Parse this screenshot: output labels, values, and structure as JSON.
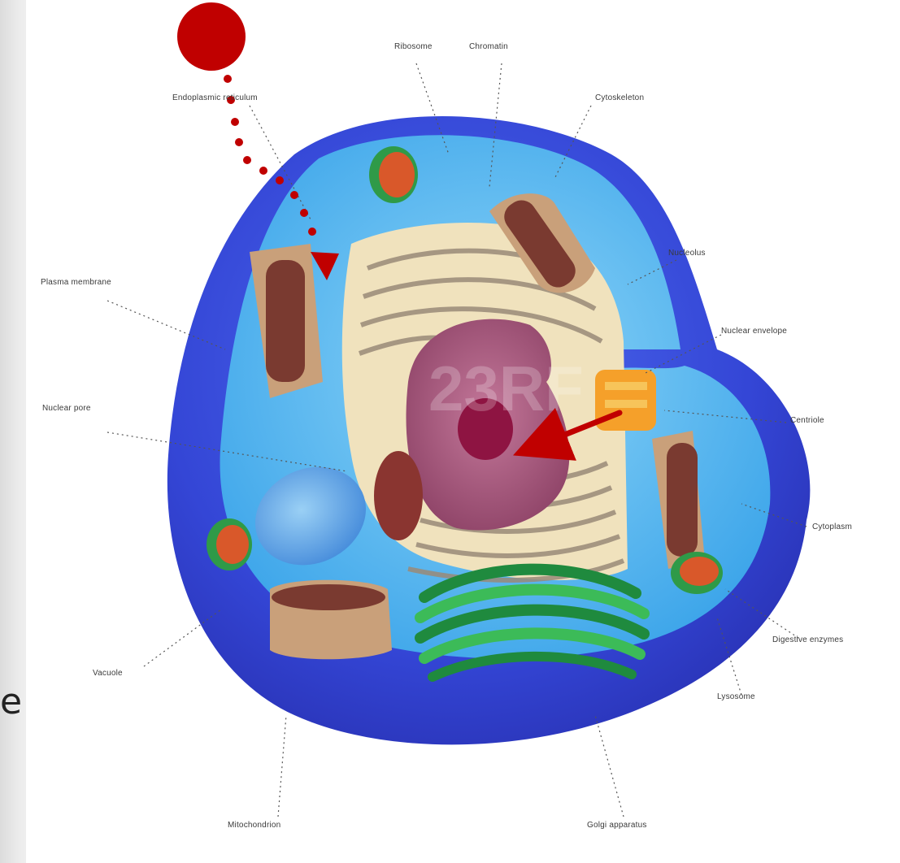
{
  "slide": {
    "partial_text": "e"
  },
  "diagram": {
    "watermark": "23RF",
    "labels": {
      "ribosome": "Ribosome",
      "chromatin": "Chromatin",
      "endoplasmic_reticulum": "Endoplasmic reticulum",
      "cytoskeleton": "Cytoskeleton",
      "nucleolus": "Nucleolus",
      "plasma_membrane": "Plasma membrane",
      "nuclear_envelope": "Nuclear envelope",
      "nuclear_pore": "Nuclear pore",
      "centriole": "Centriole",
      "cytoplasm": "Cytoplasm",
      "digestive_enzymes": "Digestive enzymes",
      "vacuole": "Vacuole",
      "lysosome": "Lysosome",
      "mitochondrion": "Mitochondrion",
      "golgi_apparatus": "Golgi apparatus"
    },
    "colors": {
      "annotation_red": "#c00000",
      "cell_outer": "#3b4fd8",
      "cytoplasm": "#5bb8f0",
      "er": "#efe0b8",
      "nucleus": "#a8557a",
      "nucleolus": "#8e1442",
      "golgi": "#2ea84a",
      "centriole": "#f5a02a"
    }
  }
}
